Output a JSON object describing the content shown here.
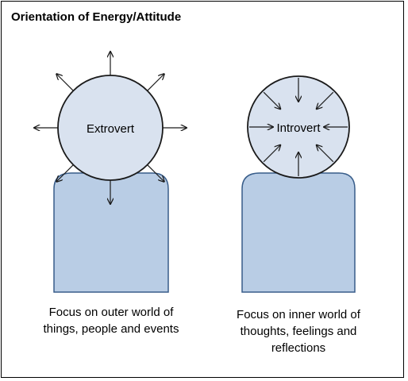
{
  "title": "Orientation of Energy/Attitude",
  "colors": {
    "head_fill": "#d9e2ef",
    "body_fill": "#b9cde5",
    "stroke": "#1a1a1a",
    "body_stroke": "#385d8a"
  },
  "extrovert": {
    "label": "Extrovert",
    "arrow_direction": "outward",
    "caption_lines": [
      "Focus on outer world of",
      "things, people and events"
    ]
  },
  "introvert": {
    "label": "Introvert",
    "arrow_direction": "inward",
    "caption_lines": [
      "Focus on inner world of",
      "thoughts, feelings and",
      "reflections"
    ]
  }
}
